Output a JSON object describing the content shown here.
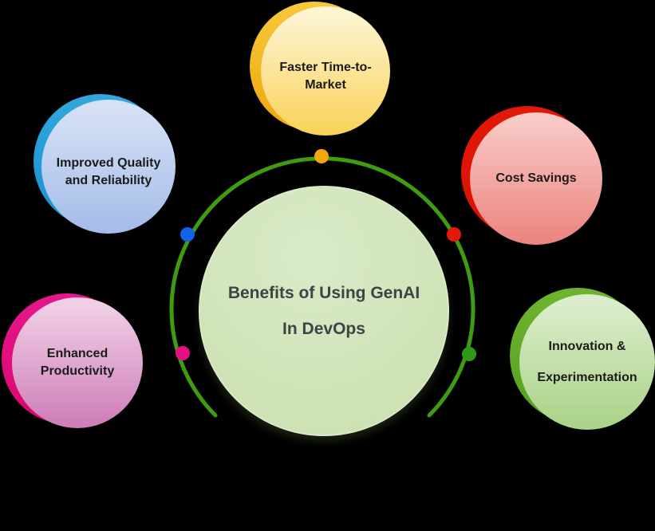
{
  "diagram": {
    "background_color": "#000000",
    "center": {
      "label_lines": [
        "Benefits of Using GenAI",
        "In DevOps"
      ],
      "fill_color": "#CFE3B6",
      "text_color": "#3E4347"
    },
    "ring": {
      "color": "#3F9B10",
      "stroke_width": 5
    },
    "nodes": [
      {
        "name": "faster-time-to-market",
        "position": "top",
        "label_lines": [
          "Faster Time-to-",
          "Market"
        ],
        "crescent_color": "#EFA70C",
        "fill_top": "#FDF4D0",
        "fill_bottom": "#FAD35C",
        "dot_color": "#F3A70E"
      },
      {
        "name": "improved-quality-and-reliability",
        "position": "upper-left",
        "label_lines": [
          "Improved Quality",
          "and Reliability"
        ],
        "crescent_color": "#219CD8",
        "fill_top": "#D6E1F6",
        "fill_bottom": "#A6BDE9",
        "dot_color": "#1261E8"
      },
      {
        "name": "cost-savings",
        "position": "upper-right",
        "label_lines": [
          "Cost Savings"
        ],
        "crescent_color": "#E01507",
        "fill_top": "#F8C9C6",
        "fill_bottom": "#EC8680",
        "dot_color": "#E2190B"
      },
      {
        "name": "enhanced-productivity",
        "position": "lower-left",
        "label_lines": [
          "Enhanced",
          "Productivity"
        ],
        "crescent_color": "#E0097F",
        "fill_top": "#F0CFE5",
        "fill_bottom": "#CF7FBA",
        "dot_color": "#E50F80"
      },
      {
        "name": "innovation-and-experimentation",
        "position": "lower-right",
        "label_lines": [
          "Innovation &",
          "Experimentation"
        ],
        "crescent_color": "#61A927",
        "fill_top": "#DBEDCC",
        "fill_bottom": "#ABD389",
        "dot_color": "#2E9913"
      }
    ]
  }
}
